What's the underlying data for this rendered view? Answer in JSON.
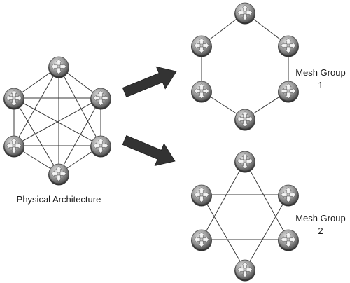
{
  "labels": {
    "physical": "Physical Architecture",
    "mesh1_line1": "Mesh Group",
    "mesh1_line2": "1",
    "mesh2_line1": "Mesh Group",
    "mesh2_line2": "2"
  },
  "diagrams": [
    {
      "id": "physical-architecture",
      "kind": "full-mesh",
      "node_count": 6
    },
    {
      "id": "mesh-group-1",
      "kind": "ring",
      "node_count": 6
    },
    {
      "id": "mesh-group-2",
      "kind": "star-hexagram",
      "node_count": 6
    }
  ],
  "arrows": [
    {
      "from": "physical-architecture",
      "to": "mesh-group-1"
    },
    {
      "from": "physical-architecture",
      "to": "mesh-group-2"
    }
  ],
  "colors": {
    "router_body": "#8a8a8a",
    "router_highlight": "#c8c8c8",
    "router_shadow": "#3a3a3a",
    "link": "#3a3a3a",
    "arrow": "#333333"
  }
}
